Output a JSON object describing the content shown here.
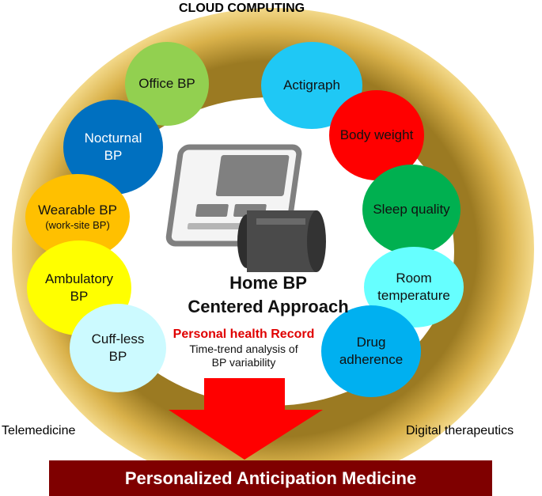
{
  "title": "CLOUD COMPUTING",
  "corner_labels": {
    "left": "Telemedicine",
    "right": "Digital therapeutics"
  },
  "center": {
    "title_line1": "Home BP",
    "title_line2": "Centered Approach",
    "record": "Personal health Record",
    "trend_line1": "Time-trend analysis of",
    "trend_line2": "BP variability"
  },
  "nodes": [
    {
      "id": "office-bp",
      "line1": "Office BP",
      "color": "#92d050"
    },
    {
      "id": "nocturnal-bp",
      "line1": "Nocturnal",
      "line2": "BP",
      "color": "#0070c0"
    },
    {
      "id": "wearable-bp",
      "line1": "Wearable BP",
      "sub": "(work-site BP)",
      "color": "#ffc000"
    },
    {
      "id": "ambulatory-bp",
      "line1": "Ambulatory",
      "line2": "BP",
      "color": "#ffff00"
    },
    {
      "id": "cuffless-bp",
      "line1": "Cuff-less",
      "line2": "BP",
      "color": "#ccfaff"
    },
    {
      "id": "actigraph",
      "line1": "Actigraph",
      "color": "#1fc8f5"
    },
    {
      "id": "body-weight",
      "line1": "Body weight",
      "color": "#ff0000"
    },
    {
      "id": "sleep-quality",
      "line1": "Sleep quality",
      "color": "#00b050"
    },
    {
      "id": "room-temperature",
      "line1": "Room",
      "line2": "temperature",
      "color": "#66ffff"
    },
    {
      "id": "drug-adherence",
      "line1": "Drug",
      "line2": "adherence",
      "color": "#00b0f0"
    }
  ],
  "banner": {
    "text": "Personalized Anticipation Medicine",
    "color": "#7f0000"
  },
  "colors": {
    "ring": "#c9a03a",
    "arrow": "#ff0000",
    "device": "#808080",
    "record_text": "#e00000"
  },
  "icons": {
    "device": "blood-pressure-monitor-icon",
    "arrow": "down-arrow-icon"
  }
}
